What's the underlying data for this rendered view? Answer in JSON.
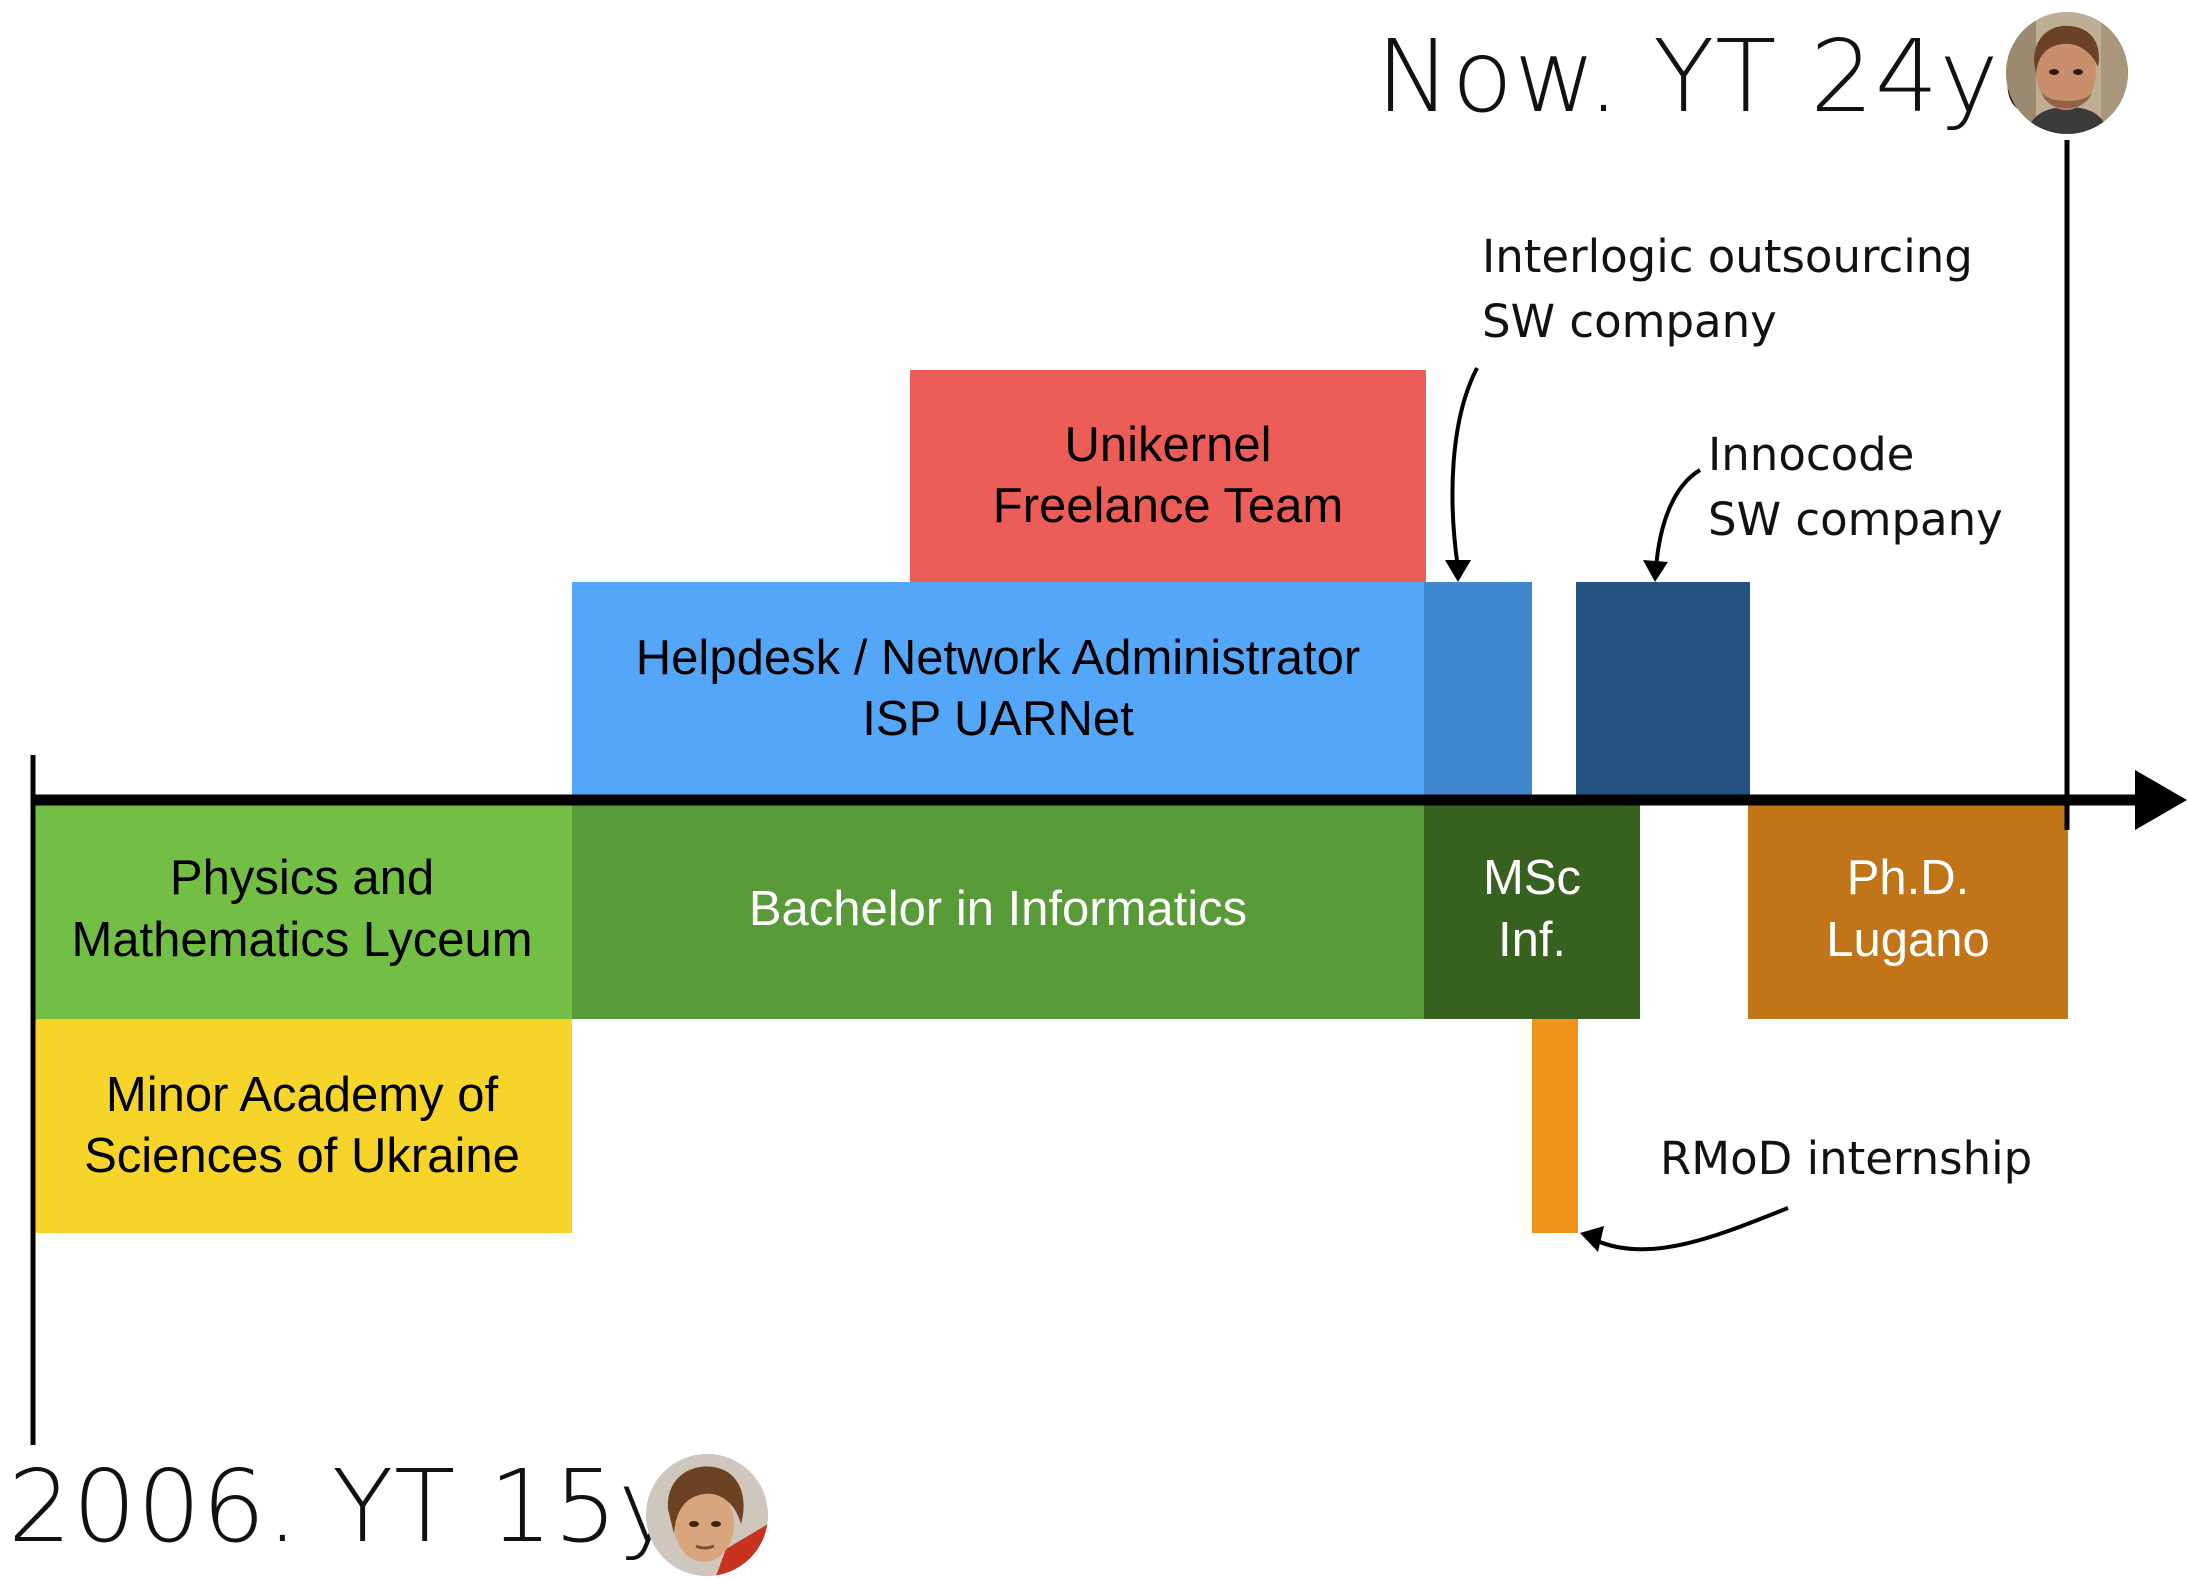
{
  "timeline": {
    "start_label": "2006. YT 15yo",
    "end_label": "Now. YT 24yo"
  },
  "blocks": {
    "physics_lyceum": "Physics and\nMathematics Lyceum",
    "minor_academy": "Minor Academy of\nSciences of Ukraine",
    "bachelor": "Bachelor in Informatics",
    "msc": "MSc\nInf.",
    "phd": "Ph.D.\nLugano",
    "helpdesk": "Helpdesk / Network Administrator\nISP UARNet",
    "unikernel": "Unikernel\nFreelance Team"
  },
  "annotations": {
    "interlogic": "Interlogic outsourcing\nSW company",
    "innocode": "Innocode\nSW company",
    "rmod": "RMoD internship"
  },
  "colors": {
    "lyceum_green": "#73bf45",
    "bachelor_green": "#589a37",
    "msc_green": "#37611f",
    "minor_yellow": "#f6d42a",
    "phd_orange": "#c27418",
    "helpdesk_blue": "#54a7f8",
    "interlogic_blue": "#3f87cf",
    "innocode_blue": "#265382",
    "unikernel_red": "#ec5d57",
    "rmod_orange": "#f39219",
    "axis": "#000000"
  },
  "icons": {
    "start_avatar": "young-portrait-avatar",
    "end_avatar": "adult-portrait-avatar"
  }
}
